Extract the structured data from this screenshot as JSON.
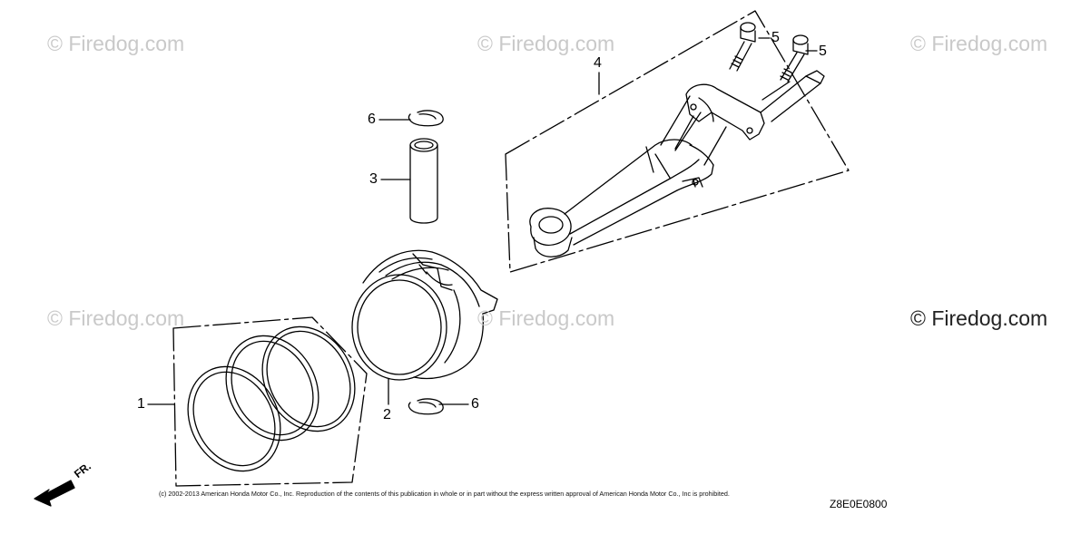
{
  "watermarks": [
    "© Firedog.com",
    "© Firedog.com",
    "© Firedog.com",
    "© Firedog.com",
    "© Firedog.com",
    "© Firedog.com"
  ],
  "callouts": {
    "c1": "1",
    "c2": "2",
    "c3": "3",
    "c4": "4",
    "c5a": "5",
    "c5b": "5",
    "c6a": "6",
    "c6b": "6"
  },
  "direction_label": "FR.",
  "copyright": "(c) 2002-2013 American Honda Motor Co., Inc. Reproduction of the contents of this publication in whole or in part without the express written approval of American Honda Motor Co., Inc is prohibited.",
  "diagram_code": "Z8E0E0800"
}
